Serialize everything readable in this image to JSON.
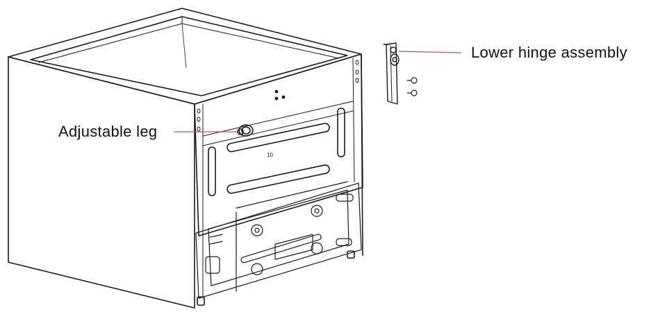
{
  "callouts": {
    "adjustable_leg": "Adjustable leg",
    "lower_hinge": "Lower hinge assembly"
  },
  "part_marking": "10",
  "colors": {
    "line": "#1a1a1a",
    "leader": "#c0504d",
    "background": "#ffffff"
  }
}
